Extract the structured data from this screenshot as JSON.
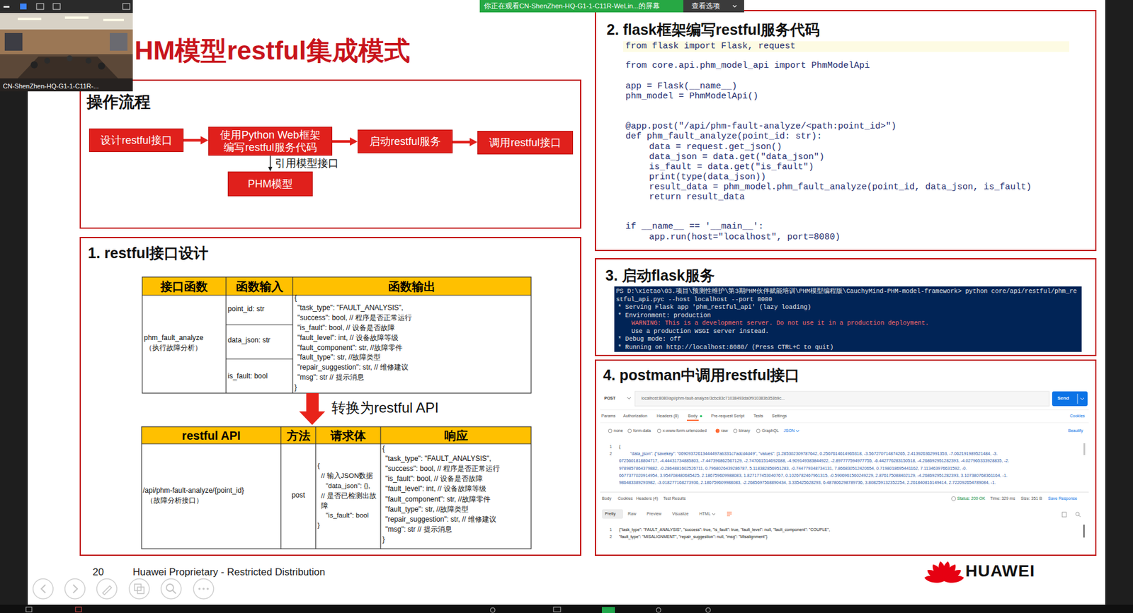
{
  "diagram": {
    "title": "HM模型restful集成模式",
    "nodes": [
      {
        "text": [
          "操作流程"
        ]
      },
      {
        "text": [
          "设计restful接口"
        ],
        "in": 0
      },
      {
        "text": [
          "使用Python Web框架 编写restful服务代码"
        ],
        "in": 0
      },
      {
        "text": [
          "启动restful服务"
        ],
        "in": 0
      },
      {
        "text": [
          "调用restful接口"
        ],
        "in": 0
      },
      {
        "text": [
          "PHM模型"
        ],
        "in": 0
      },
      {
        "text": [
          "1. restful接口设计"
        ]
      },
      {
        "text": [
          "2. flask框架编写restful服务代码"
        ]
      },
      {
        "text": [
          "3. 启动flask服务"
        ]
      },
      {
        "text": [
          "4. postman中调用restful接口"
        ]
      }
    ],
    "edges": [
      {
        "from": 1,
        "to": 2,
        "arrow": "to"
      },
      {
        "from": 2,
        "to": 3,
        "arrow": "to"
      },
      {
        "from": 3,
        "to": 4,
        "arrow": "to"
      },
      {
        "from": 2,
        "to": 5,
        "arrow": "to",
        "label": "引用模型接口"
      }
    ],
    "labels": [
      "CN-ShenZhen-HQ-G1-1-C11R-...",
      "你正在观看CN-ShenZhen-HQ-G1-1-C11R-WeLin...的屏幕",
      "查看选项",
      "接口函数",
      "函数输入",
      "函数输出",
      "phm_fault_analyze",
      "（执行故障分析）",
      "point_id: str",
      "data_json: str",
      "is_fault: bool",
      "{",
      "\"task_type\": \"FAULT_ANALYSIS\",",
      "\"success\": bool, // 程序是否正常运行",
      "\"is_fault\": bool, // 设备是否故障",
      "\"fault_level\": int, // 设备故障等级",
      "\"fault_component\": str, //故障零件",
      "\"fault_type\": str, //故障类型",
      "\"repair_suggestion\": str, // 维修建议",
      "\"msg\": str // 提示消息",
      "}",
      "转换为restful API",
      "restful API",
      "方法",
      "请求体",
      "响应",
      "/api/phm-fault-analyze/{point_id}",
      "（故障分析接口）",
      "post",
      "{",
      "// 输入JSON数据",
      "\"data_json\": {},",
      "// 是否已检测出故障",
      "\"is_fault\": bool",
      "}",
      "{",
      "\"task_type\": \"FAULT_ANALYSIS\",",
      "\"success\": bool, // 程序是否正常运行",
      "\"is_fault\": bool, // 设备是否故障",
      "\"fault_level\": int, // 设备故障等级",
      "\"fault_component\": str, //故障零件",
      "\"fault_type\": str, //故障类型",
      "\"repair_suggestion\": str, // 维修建议",
      "\"msg\": str // 提示消息",
      "}",
      "from flask import Flask, request",
      "from core.api.phm_model_api import PhmModelApi",
      "app = Flask(__name__)",
      "phm_model = PhmModelApi()",
      "@app.post(\"/api/phm-fault-analyze/<path:point_id>\")",
      "def phm_fault_analyze(point_id: str):",
      "data = request.get_json()",
      "data_json = data.get(\"data_json\")",
      "is_fault = data.get(\"is_fault\")",
      "print(type(data_json))",
      "result_data = phm_model.phm_fault_analyze(point_id, data_json, is_fault)",
      "return result_data",
      "if __name__ == '__main__':",
      "app.run(host=\"localhost\", port=8080)",
      "PS D:\\xietao\\03.项目\\预测性维护\\第3期PHM伙伴赋能培训\\PHM模型编程版\\CauchyMind-PHM-model-framework> python core/api/restful/phm_restful_api.pyc --host localhost --port 8080",
      "* Serving Flask app 'phm_restful_api' (lazy loading)",
      "* Environment: production",
      "WARNING: This is a development server. Do not use it in a production deployment.",
      "Use a production WSGI server instead.",
      "* Debug mode: off",
      "* Running on http://localhost:8080/ (Press CTRL+C to quit)",
      "POST",
      "localhost:8080/api/phm-fault-analyze/3cbc83c71038493da0f910383b353b9c...",
      "Send",
      "Params",
      "Authorization",
      "Headers (8)",
      "Body",
      "Pre-request Script",
      "Tests",
      "Settings",
      "Cookies",
      "none",
      "form-data",
      "x-www-form-urlencoded",
      "raw",
      "binary",
      "GraphQL",
      "JSON",
      "Beautify",
      "1",
      "2",
      "{",
      "\"data_json\": {\"savekey\": \"06909372613444497ab331c7adcd4d49\", \"values\": [1.285302309787642, 0.2567614614965318, -3.567270714874265, 2.413926362991353, -7.062191989521484, -3.",
      "6725601818804717, -4.44431734885803, -7.447396862567129, -2.747061514692688, -4.909149383844922, -2.897777594977755, -6.442776283150518, -4.268692951282393, -4.027965333928835, -2.",
      "9789857864379882, -0.2864881602526711, 0.7968026439286787, 5.118382856951283, -0.744779348734131, 7.866830512420654, 0.7198018695441162, 7.113463976631592, -0.",
      "6677377020914954, 3.954708480685425, 2.186759609988083, 1.827177453040767, 0.1026782467961315, -0.5906961560249229, 2.876175088402129, -4.268692951282393, 3.107380768361164, -1.",
      "986483389293982, -3.018277168273936, 2.186759609988083, -2.2685697568890434, 3.335425628293, 6.487806298789736, 3.808259132352254, 2.261840816149414, 2.722092654789084, -1.",
      "Body",
      "Cookies",
      "Headers (4)",
      "Test Results",
      "Status: 200 OK",
      "Time: 329 ms",
      "Size: 351 B",
      "Save Response",
      "Pretty",
      "Raw",
      "Preview",
      "Visualize",
      "HTML",
      "1",
      "2",
      "{\"task_type\": \"FAULT_ANALYSIS\", \"success\": true, \"is_fault\": true, \"fault_level\": null, \"fault_component\": \"COUPLE\",",
      "\"fault_type\": \"MISALIGNMENT\", \"repair_suggestion\": null, \"msg\": \"Misalignment\"}",
      "20",
      "Huawei Proprietary - Restricted Distribution",
      "HUAWEI"
    ]
  }
}
